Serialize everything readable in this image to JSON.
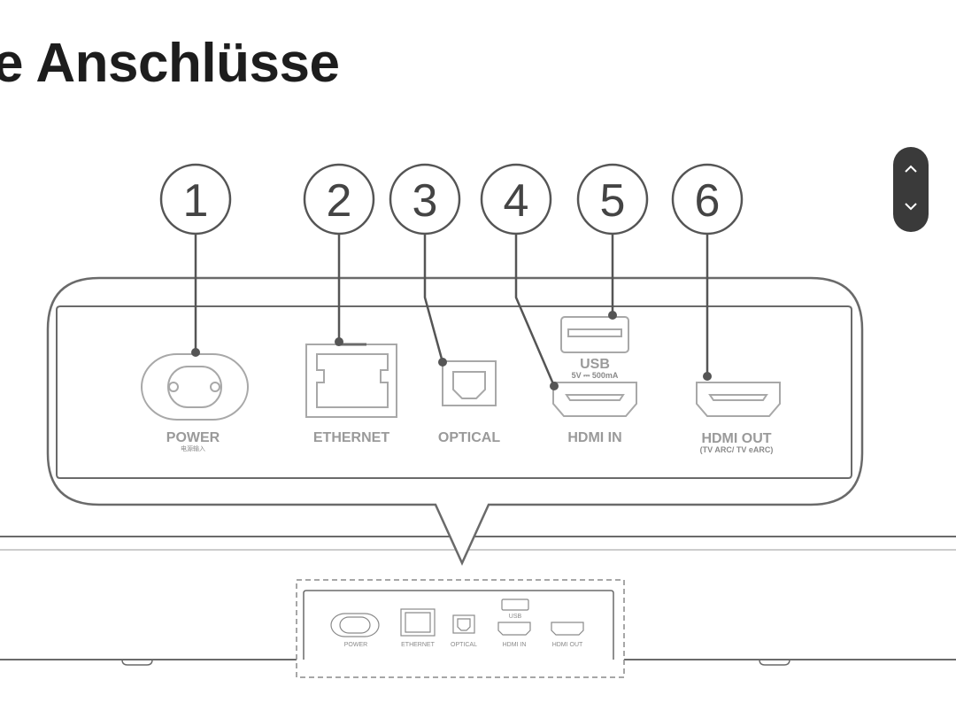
{
  "page": {
    "title": "e Anschlüsse"
  },
  "callouts": [
    "1",
    "2",
    "3",
    "4",
    "5",
    "6"
  ],
  "ports": {
    "power": {
      "label": "POWER",
      "sublabel": "电源输入"
    },
    "ethernet": {
      "label": "ETHERNET"
    },
    "optical": {
      "label": "OPTICAL"
    },
    "usb": {
      "label": "USB",
      "spec": "5V ⎓ 500mA"
    },
    "hdmi_in": {
      "label": "HDMI IN"
    },
    "hdmi_out": {
      "label": "HDMI OUT",
      "sublabel": "(TV ARC/ TV eARC)"
    }
  },
  "mini_panel": {
    "power": "POWER",
    "ethernet": "ETHERNET",
    "optical": "OPTICAL",
    "usb": "USB",
    "hdmi_in": "HDMI IN",
    "hdmi_out": "HDMI OUT"
  },
  "scroller": {
    "up_icon": "chevron-up-icon",
    "down_icon": "chevron-down-icon"
  },
  "colors": {
    "line": "#6a6a6a",
    "port": "#a8a8a8",
    "scroller_bg": "#3a3a3a",
    "title": "#1d1d1d"
  }
}
